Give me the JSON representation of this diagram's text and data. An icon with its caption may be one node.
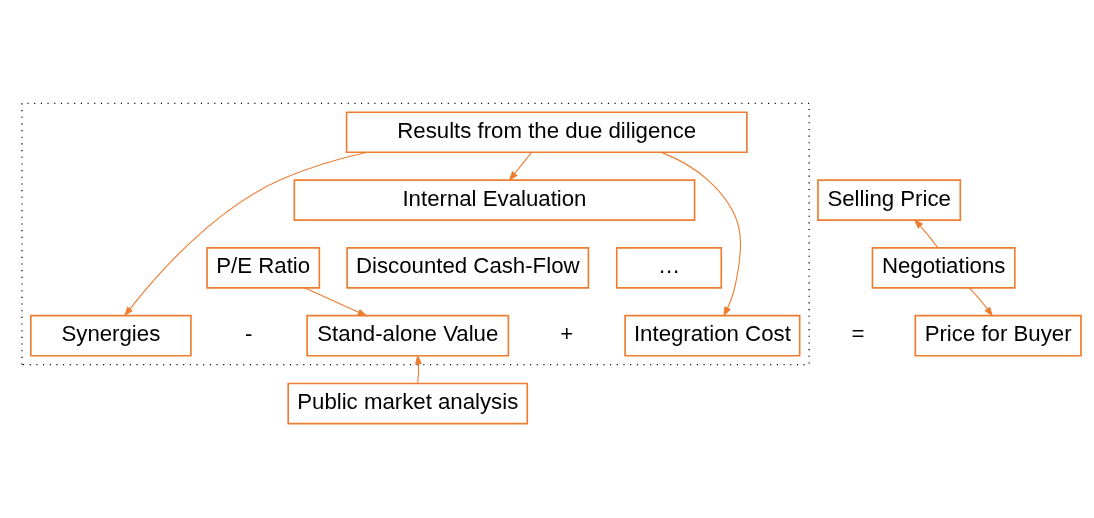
{
  "diagram": {
    "nodes": [
      {
        "text": [],
        "shape": "box"
      },
      {
        "text": [
          "Results from the due diligence"
        ],
        "in": 0
      },
      {
        "text": [
          "Internal Evaluation"
        ],
        "in": 0
      },
      {
        "text": [
          "Discounted Cash-Flow"
        ],
        "in": 0
      },
      {
        "text": [
          "P/E Ratio"
        ],
        "in": 0
      },
      {
        "text": [
          "…"
        ],
        "in": 0
      },
      {
        "text": [
          "Stand-alone Value"
        ],
        "in": 0
      },
      {
        "text": [
          "Synergies"
        ],
        "in": 0
      },
      {
        "text": [
          "Integration Cost"
        ],
        "in": 0
      },
      {
        "text": [
          "Selling Price"
        ]
      },
      {
        "text": [
          "Negotiations"
        ]
      },
      {
        "text": [
          "Price for Buyer"
        ]
      },
      {
        "text": [
          "Public market analysis"
        ]
      }
    ],
    "edges": [
      {
        "from": 1,
        "to": 2,
        "arrow": "to"
      },
      {
        "from": 1,
        "to": 7,
        "arrow": "to"
      },
      {
        "from": 1,
        "to": 8,
        "arrow": "to"
      },
      {
        "from": 4,
        "to": 6,
        "arrow": "to"
      },
      {
        "from": 12,
        "to": 6,
        "arrow": "to"
      },
      {
        "from": 10,
        "to": 9,
        "arrow": "to"
      },
      {
        "from": 10,
        "to": 11,
        "arrow": "to"
      }
    ],
    "labels": [
      "+",
      "-",
      "="
    ]
  }
}
